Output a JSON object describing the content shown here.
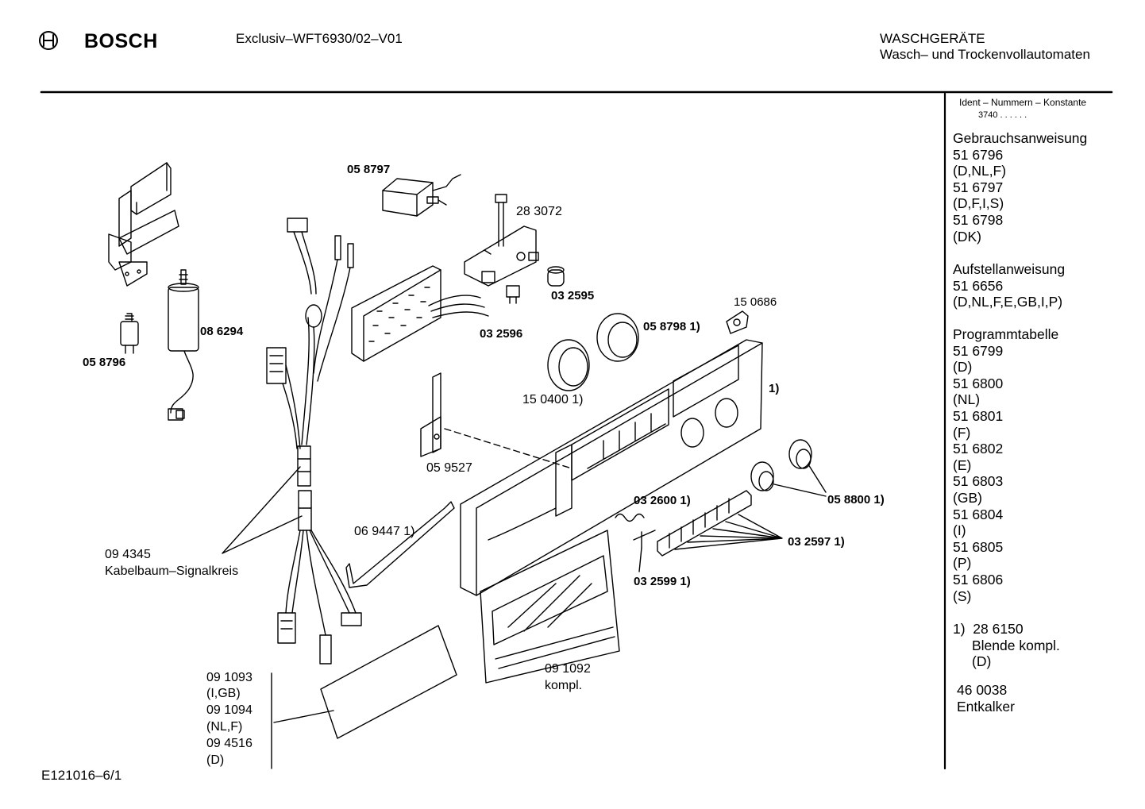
{
  "header": {
    "brand": "BOSCH",
    "model": "Exclusiv–WFT6930/02–V01",
    "category_line1": "WASCHGERÄTE",
    "category_line2": "Wasch– und Trockenvollautomaten"
  },
  "sidebar": {
    "ident_title": "Ident – Nummern – Konstante",
    "ident_value": "3740 . .   . . . .",
    "groups": [
      {
        "heading": "Gebrauchsanweisung",
        "lines": [
          "51 6796",
          "(D,NL,F)",
          "51 6797",
          "(D,F,I,S)",
          "51 6798",
          "(DK)"
        ]
      },
      {
        "heading": "Aufstellanweisung",
        "lines": [
          "51 6656",
          "(D,NL,F,E,GB,I,P)"
        ]
      },
      {
        "heading": "Programmtabelle",
        "lines": [
          "51 6799",
          "(D)",
          "51 6800",
          "(NL)",
          "51 6801",
          "(F)",
          "51 6802",
          "(E)",
          "51 6803",
          "(GB)",
          "51 6804",
          "(I)",
          "51 6805",
          "(P)",
          "51 6806",
          "(S)"
        ]
      }
    ],
    "footnote": {
      "marker": "1)",
      "number": "28 6150",
      "line2": "Blende kompl.",
      "line3": "(D)"
    },
    "extra": {
      "number": "46 0038",
      "name": "Entkalker"
    }
  },
  "parts": {
    "p058797": "05 8797",
    "p283072": "28 3072",
    "p032595": "03 2595",
    "p032596": "03 2596",
    "p150686": "15 0686",
    "p058798": "05 8798 1)",
    "p086294": "08 6294",
    "p058796": "05 8796",
    "p150400": "15 0400 1)",
    "p1": "1)",
    "p059527": "05 9527",
    "p032600": "03 2600 1)",
    "p058800": "05 8800 1)",
    "p069447": "06 9447 1)",
    "p032597": "03 2597 1)",
    "p094345": "09 4345",
    "p094345_name": "Kabelbaum–Signalkreis",
    "p032599": "03 2599 1)",
    "p091092": "09 1092",
    "p091092_name": "kompl.",
    "p091093": "09 1093",
    "p091093_c": "(I,GB)",
    "p091094": "09 1094",
    "p091094_c": "(NL,F)",
    "p094516": "09 4516",
    "p094516_c": "(D)"
  },
  "footer": {
    "drawing_id": "E121016–6/1"
  }
}
